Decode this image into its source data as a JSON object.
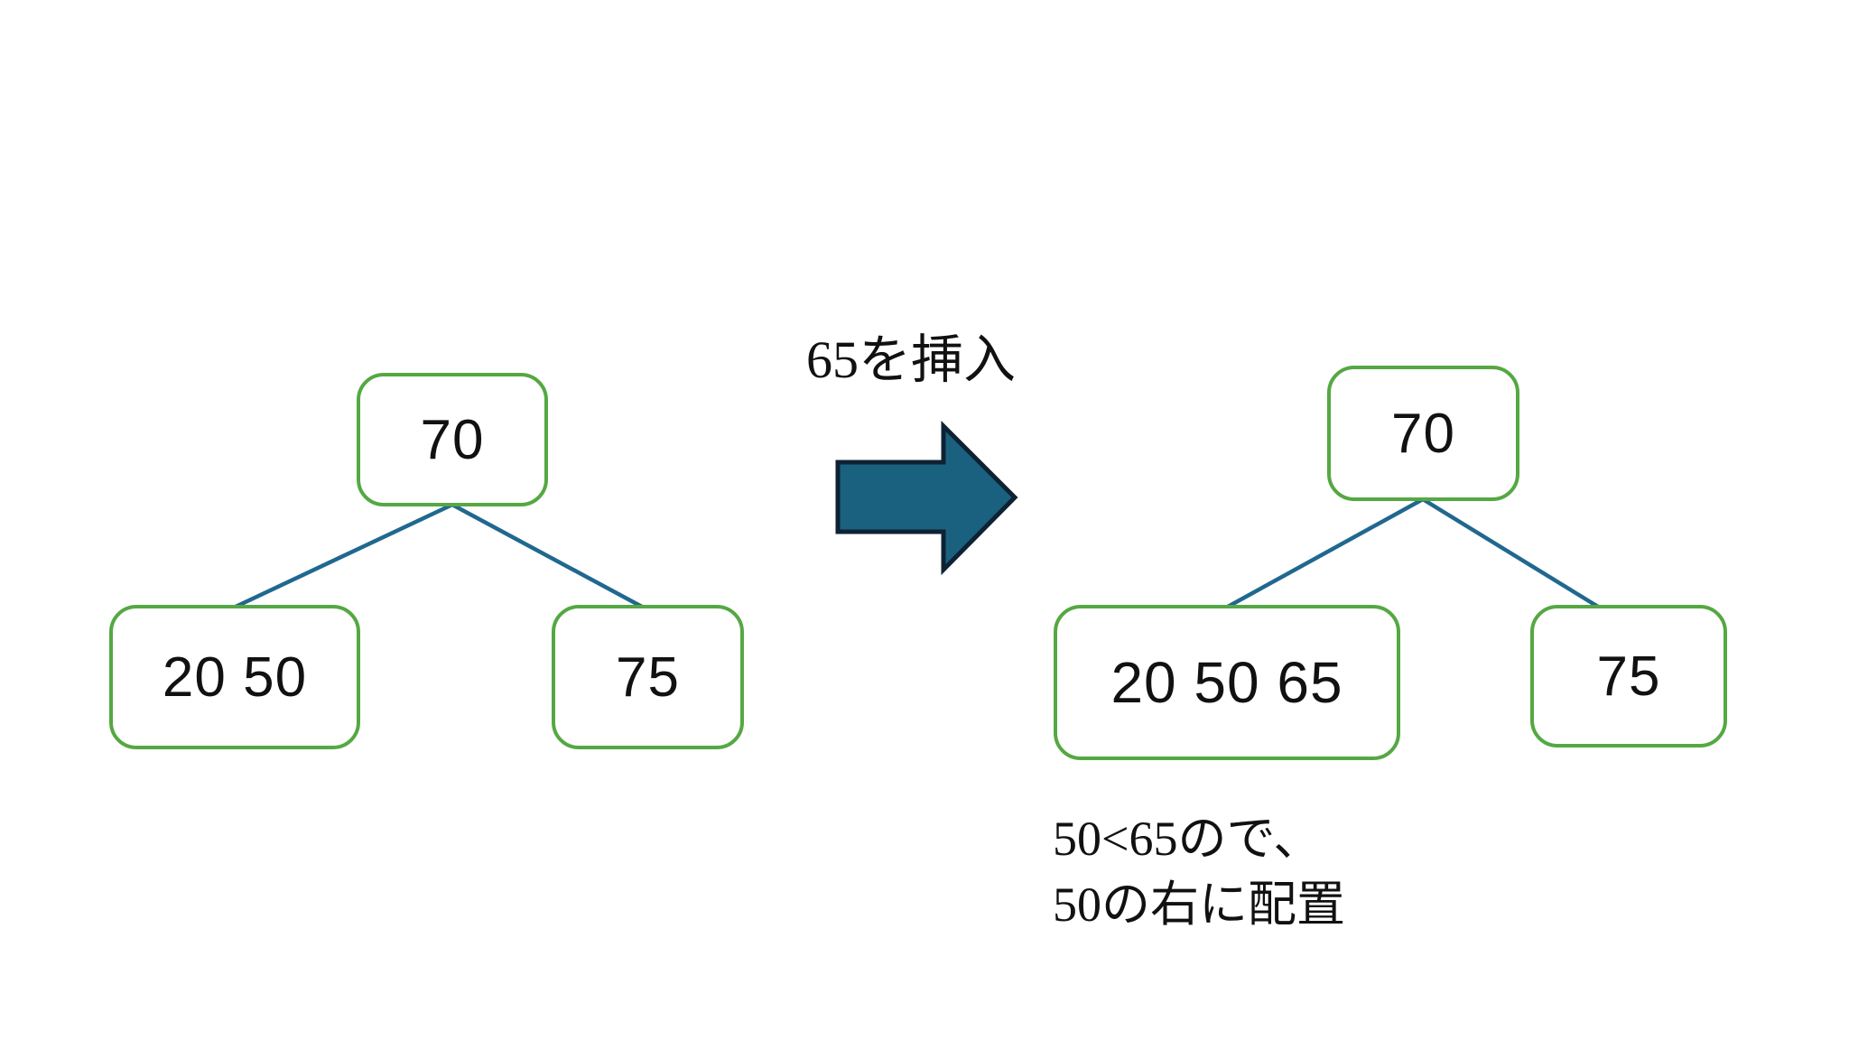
{
  "before_tree": {
    "root_keys": "70",
    "left_leaf_keys": "20 50",
    "right_leaf_keys": "75"
  },
  "operation": {
    "label": "65を挿入"
  },
  "after_tree": {
    "root_keys": "70",
    "left_leaf_keys": "20 50 65",
    "right_leaf_keys": "75"
  },
  "note": {
    "line1": "50<65ので、",
    "line2": "50の右に配置"
  },
  "colors": {
    "background": "#ffffff",
    "node_border": "#55a843",
    "connector": "#20688f",
    "arrow_fill": "#1a617f",
    "arrow_stroke": "#0e2233",
    "text": "#111111"
  }
}
